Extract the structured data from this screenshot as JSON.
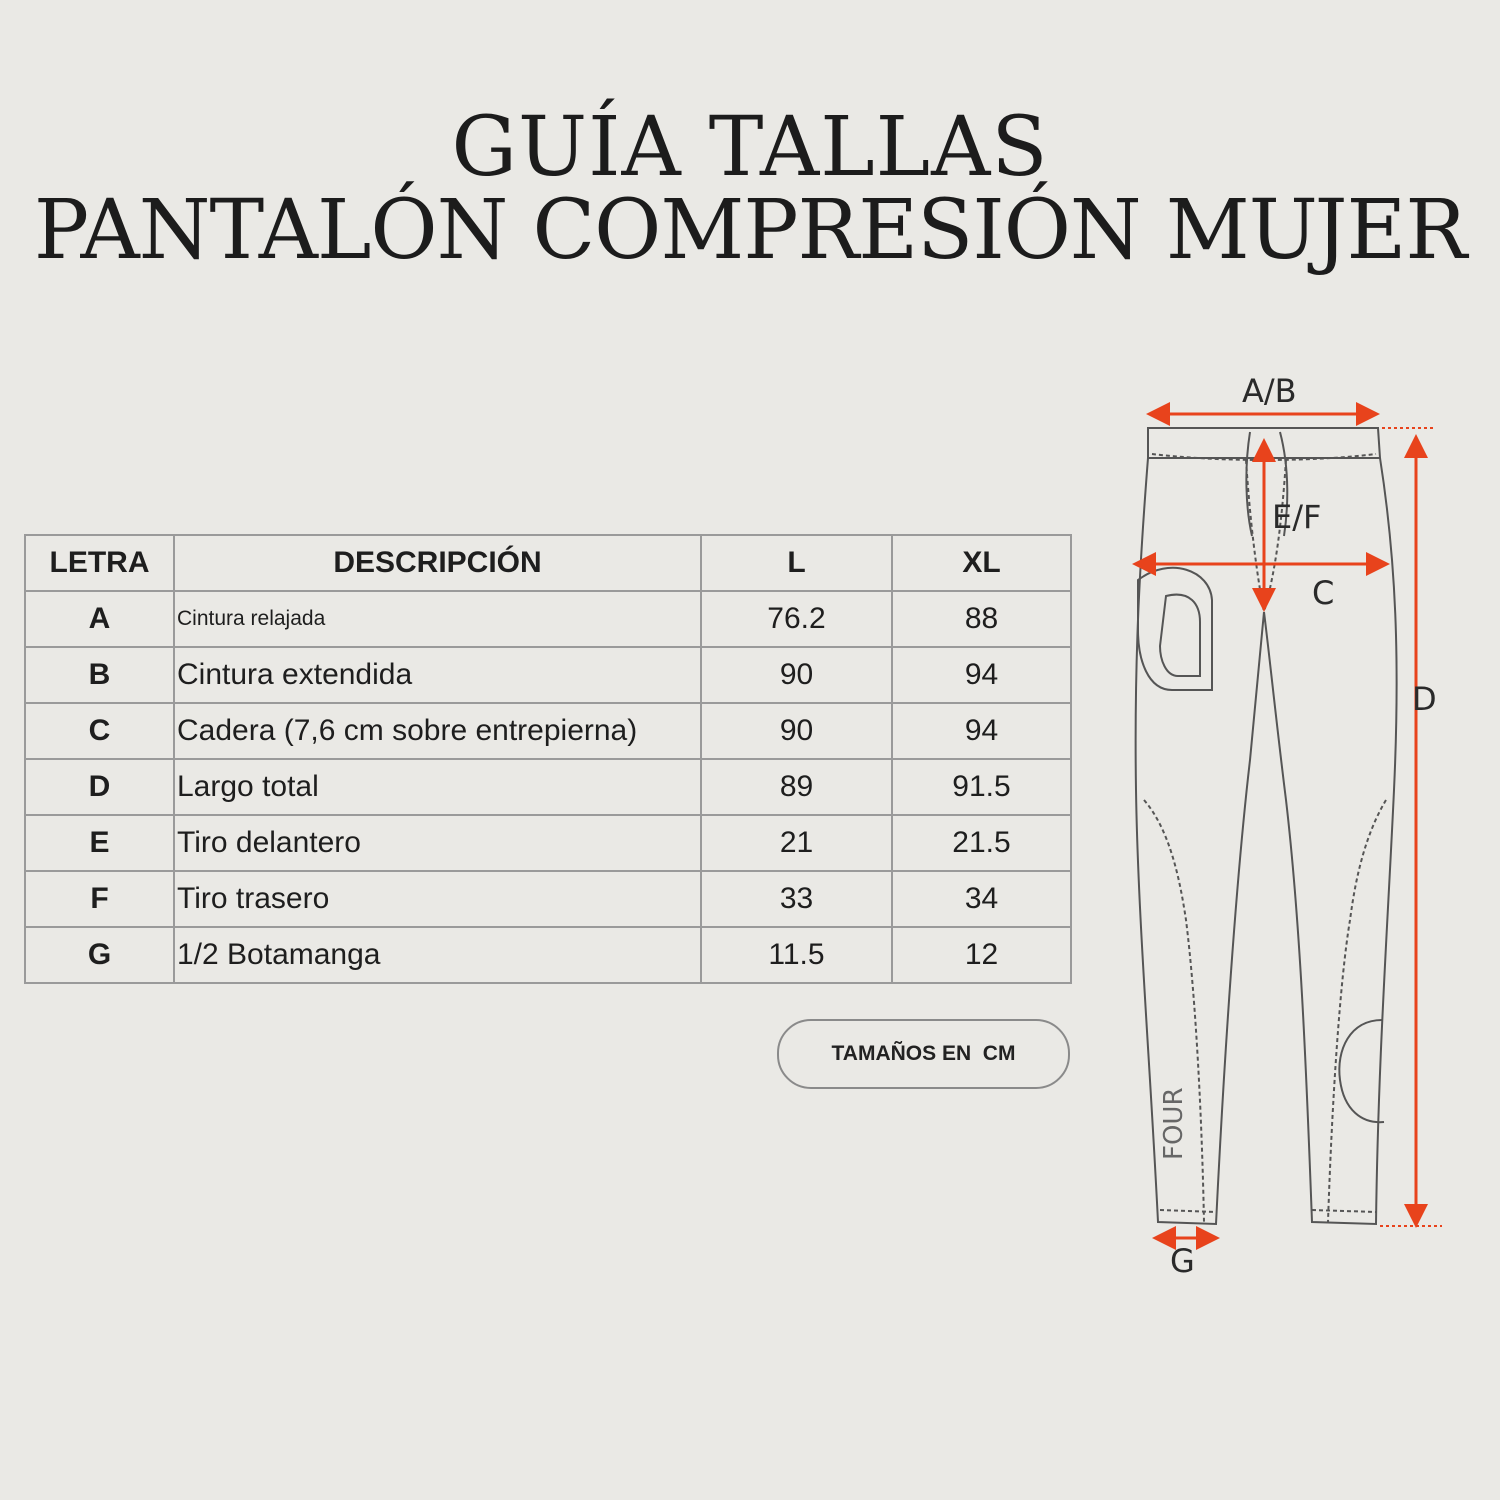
{
  "title": {
    "line1": "GUÍA TALLAS",
    "line2": "PANTALÓN COMPRESIÓN MUJER"
  },
  "table": {
    "headers": [
      "LETRA",
      "DESCRIPCIÓN",
      "L",
      "XL"
    ],
    "rows": [
      {
        "letter": "A",
        "description": "Cintura relajada",
        "L": "76.2",
        "XL": "88"
      },
      {
        "letter": "B",
        "description": "Cintura extendida",
        "L": "90",
        "XL": "94"
      },
      {
        "letter": "C",
        "description": "Cadera (7,6 cm sobre entrepierna)",
        "L": "90",
        "XL": "94"
      },
      {
        "letter": "D",
        "description": "Largo total",
        "L": "89",
        "XL": "91.5"
      },
      {
        "letter": "E",
        "description": "Tiro delantero",
        "L": "21",
        "XL": "21.5"
      },
      {
        "letter": "F",
        "description": "Tiro trasero",
        "L": "33",
        "XL": "34"
      },
      {
        "letter": "G",
        "description": "1/2 Botamanga",
        "L": "11.5",
        "XL": "12"
      }
    ]
  },
  "units_badge": "TAMAÑOS EN  CM",
  "diagram": {
    "labels": {
      "ab": "A/B",
      "ef": "E/F",
      "c": "C",
      "d": "D",
      "g": "G"
    },
    "brand_text": "FOUR",
    "colors": {
      "arrow": "#e8431c",
      "outline": "#555555"
    }
  }
}
